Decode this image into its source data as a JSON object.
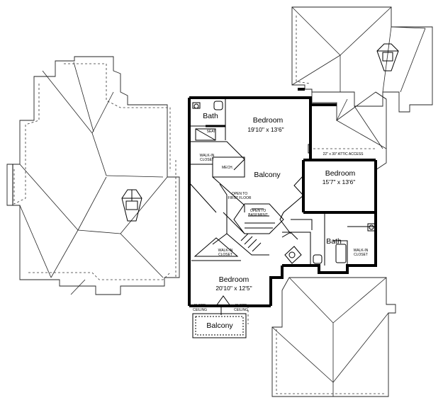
{
  "rooms": {
    "bedroom_top": {
      "name": "Bedroom",
      "size": "19'10\" x 13'6\""
    },
    "bedroom_right": {
      "name": "Bedroom",
      "size": "15'7\" x 13'6\""
    },
    "bedroom_bottom": {
      "name": "Bedroom",
      "size": "20'10\" x 12'5\""
    },
    "bath_top": {
      "name": "Bath"
    },
    "bath_right": {
      "name": "Bath"
    },
    "balcony_center": {
      "name": "Balcony"
    },
    "balcony_bottom": {
      "name": "Balcony"
    }
  },
  "notes": {
    "seat": "SEAT",
    "walkin_top_1": "WALK-IN",
    "walkin_top_2": "CLOSET",
    "mech": "MECH.",
    "walkin_mid_1": "WALK-IN",
    "walkin_mid_2": "CLOSET",
    "walkin_right_1": "WALK-IN",
    "walkin_right_2": "CLOSET",
    "open_first_1": "OPEN TO",
    "open_first_2": "FIRST FLOOR",
    "open_base_1": "OPEN TO",
    "open_base_2": "BASEMENT",
    "attic": "22\" x 30\" ATTIC ACCESS",
    "slope_left_1": "SLOPE",
    "slope_left_2": "CEILING",
    "slope_right_1": "SLOPE",
    "slope_right_2": "CEILING"
  }
}
